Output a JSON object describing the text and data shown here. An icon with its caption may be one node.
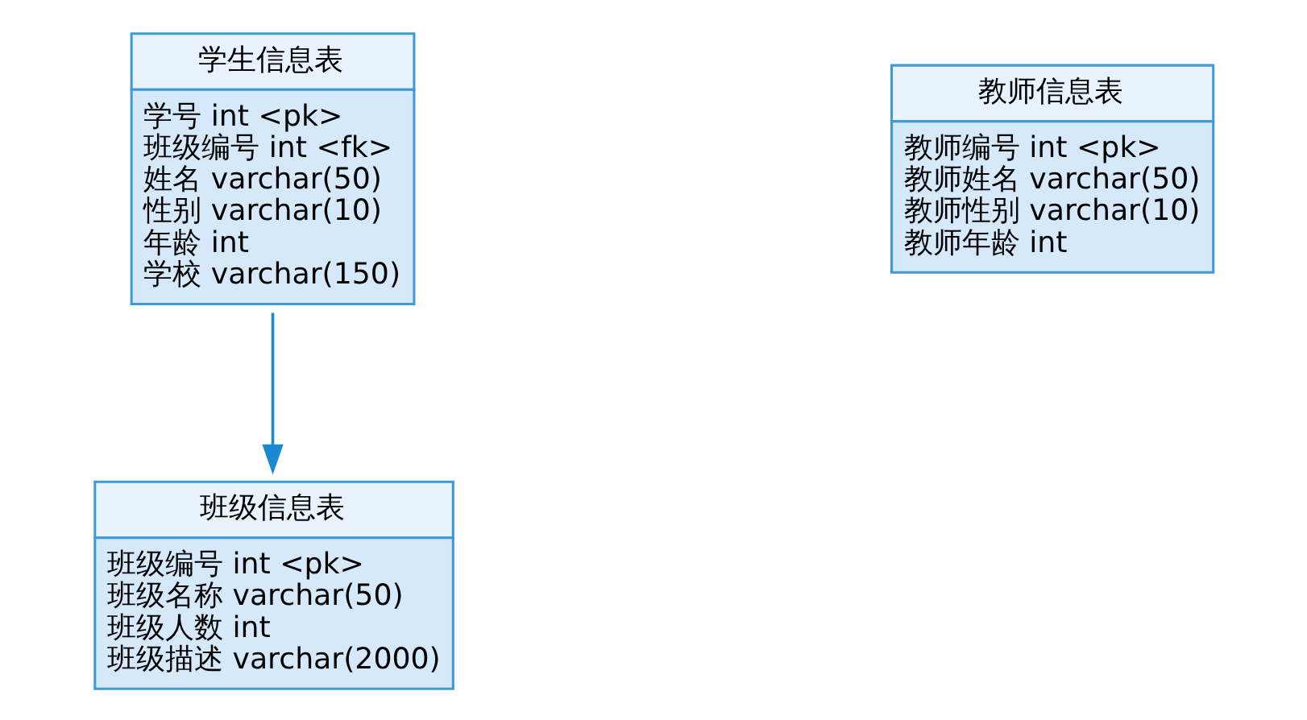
{
  "diagram": {
    "nodes": [
      {
        "text": [
          "学生信息表",
          "学号 int <pk>",
          "班级编号 int <fk>",
          "姓名 varchar(50)",
          "性别 varchar(10)",
          "年龄 int",
          "学校 varchar(150)"
        ]
      },
      {
        "text": [
          "教师信息表",
          "教师编号 int <pk>",
          "教师姓名 varchar(50)",
          "教师性别 varchar(10)",
          "教师年龄 int"
        ]
      },
      {
        "text": [
          "班级信息表",
          "班级编号 int <pk>",
          "班级名称 varchar(50)",
          "班级人数 int",
          "班级描述 varchar(2000)"
        ]
      }
    ],
    "edges": [
      {
        "from": 0,
        "to": 2,
        "arrow": "to"
      }
    ]
  }
}
